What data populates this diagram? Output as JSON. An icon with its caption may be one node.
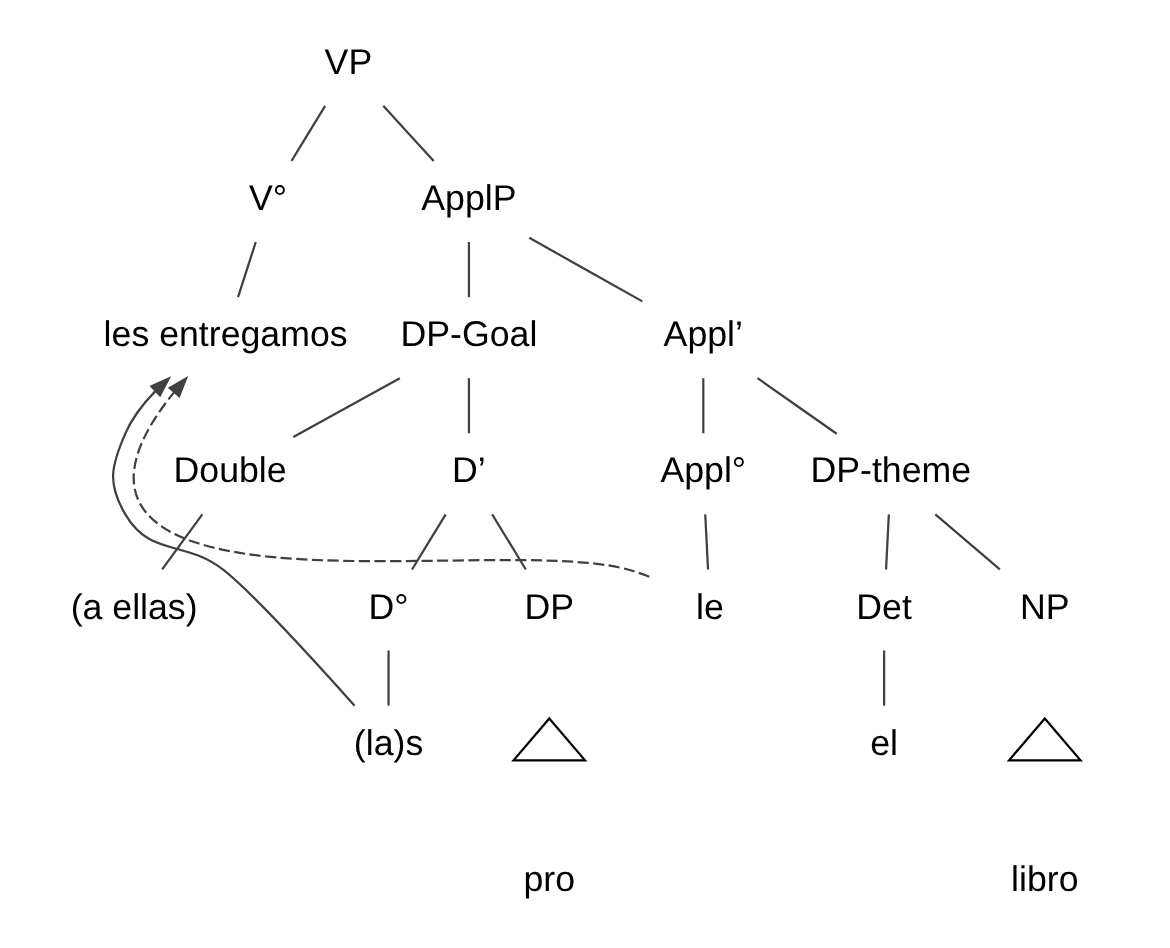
{
  "diagram": {
    "nodes": [
      {
        "text": [
          "VP"
        ]
      },
      {
        "text": [
          "V°"
        ]
      },
      {
        "text": [
          "ApplP"
        ]
      },
      {
        "text": [
          "les entregamos"
        ]
      },
      {
        "text": [
          "DP-Goal"
        ]
      },
      {
        "text": [
          "Appl’"
        ]
      },
      {
        "text": [
          "Double"
        ]
      },
      {
        "text": [
          "D’"
        ]
      },
      {
        "text": [
          "Appl°"
        ]
      },
      {
        "text": [
          "DP-theme"
        ]
      },
      {
        "text": [
          "(a ellas)"
        ]
      },
      {
        "text": [
          "D°"
        ]
      },
      {
        "text": [
          "DP"
        ]
      },
      {
        "text": [
          "le"
        ]
      },
      {
        "text": [
          "Det"
        ]
      },
      {
        "text": [
          "NP"
        ]
      },
      {
        "text": [],
        "shape": "triangle"
      },
      {
        "text": [],
        "shape": "triangle"
      },
      {
        "text": [
          "(la)s"
        ]
      },
      {
        "text": [
          "pro"
        ]
      },
      {
        "text": [
          "el"
        ]
      },
      {
        "text": [
          "libro"
        ]
      }
    ],
    "edges": [
      {
        "from": 0,
        "to": 1,
        "arrow": "none"
      },
      {
        "from": 0,
        "to": 2,
        "arrow": "none"
      },
      {
        "from": 1,
        "to": 3,
        "arrow": "none"
      },
      {
        "from": 2,
        "to": 4,
        "arrow": "none"
      },
      {
        "from": 2,
        "to": 5,
        "arrow": "none"
      },
      {
        "from": 4,
        "to": 6,
        "arrow": "none"
      },
      {
        "from": 4,
        "to": 7,
        "arrow": "none"
      },
      {
        "from": 5,
        "to": 8,
        "arrow": "none"
      },
      {
        "from": 5,
        "to": 9,
        "arrow": "none"
      },
      {
        "from": 6,
        "to": 10,
        "arrow": "none"
      },
      {
        "from": 7,
        "to": 11,
        "arrow": "none"
      },
      {
        "from": 7,
        "to": 12,
        "arrow": "none"
      },
      {
        "from": 8,
        "to": 13,
        "arrow": "none"
      },
      {
        "from": 9,
        "to": 14,
        "arrow": "none"
      },
      {
        "from": 9,
        "to": 15,
        "arrow": "none"
      },
      {
        "from": 11,
        "to": 18,
        "arrow": "none"
      },
      {
        "from": 14,
        "to": 20,
        "arrow": "none"
      },
      {
        "from": 18,
        "to": 3,
        "arrow": "to"
      },
      {
        "from": 13,
        "to": 3,
        "arrow": "to",
        "style": "dashed"
      }
    ]
  }
}
